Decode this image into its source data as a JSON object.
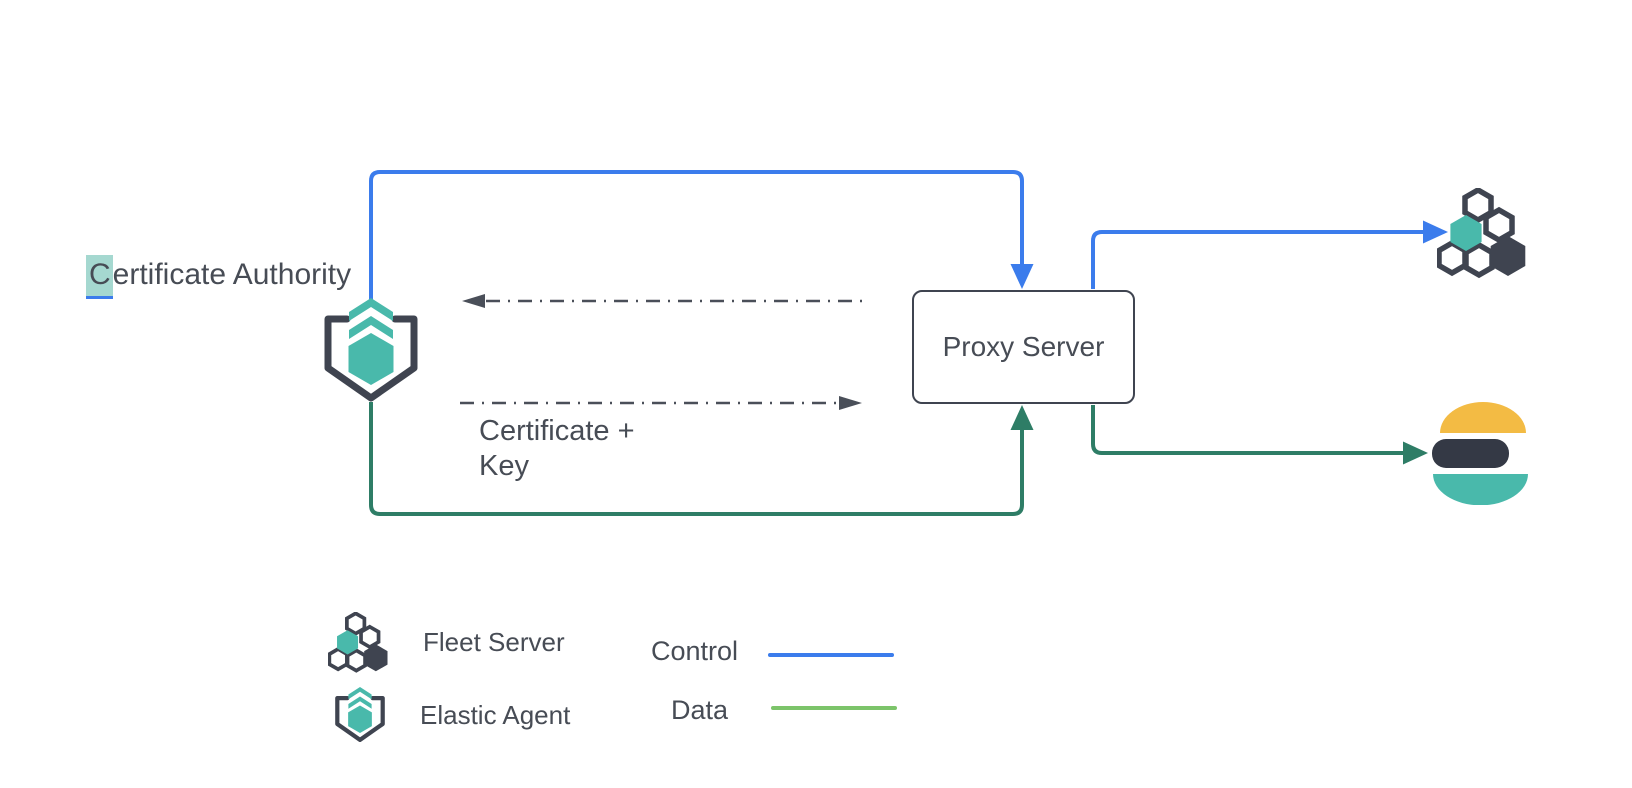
{
  "diagram": {
    "certificate_authority_label": "Certificate Authority",
    "proxy_server_label": "Proxy Server",
    "certificate_key_label_line1": "Certificate +",
    "certificate_key_label_line2": "Key"
  },
  "legend": {
    "fleet_server_label": "Fleet Server",
    "elastic_agent_label": "Elastic Agent",
    "control_label": "Control",
    "data_label": "Data"
  },
  "icons": {
    "elastic_agent": "elastic-agent-icon",
    "fleet_server": "fleet-server-icon",
    "elasticsearch": "elasticsearch-logo"
  },
  "colors": {
    "control_blue": "#3B7CEC",
    "data_green": "#2E7D66",
    "legend_data_green": "#7CC46A",
    "teal": "#49B9AB",
    "dark_slate": "#3F4450",
    "dash_slate": "#4A4F59",
    "yellow": "#F3BB44",
    "es_dark": "#343945",
    "text_color": "#474C55",
    "highlight_teal": "#A5D8D0"
  }
}
